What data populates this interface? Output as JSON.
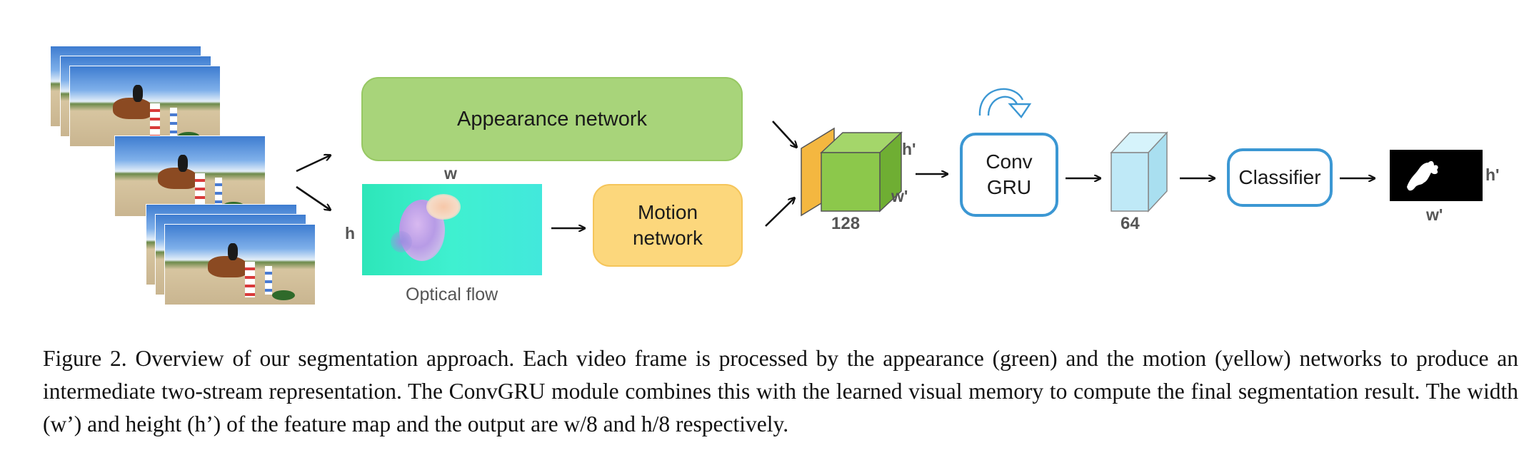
{
  "diagram": {
    "appearance_label": "Appearance network",
    "motion_label": "Motion\nnetwork",
    "optical_flow_label": "Optical flow",
    "flow_w": "w",
    "flow_h": "h",
    "feature_depth": "128",
    "feature_h": "h'",
    "feature_w": "w'",
    "convgru_label": "Conv\nGRU",
    "memory_depth": "64",
    "classifier_label": "Classifier",
    "output_h": "h'",
    "output_w": "w'",
    "colors": {
      "appearance": "#a8d47a",
      "motion": "#fcd77c",
      "blue_border": "#3b97d3",
      "feature_green": "#8cc84b",
      "feature_yellow": "#f4b740",
      "memory_blue": "#bfe9f7"
    }
  },
  "caption": {
    "text": "Figure 2. Overview of our segmentation approach.  Each video frame is processed by the appearance (green) and the motion (yellow) networks to produce an intermediate two-stream representation. The ConvGRU module combines this with the learned visual memory to compute the final segmentation result. The width (w’) and height (h’) of the feature map and the output are w/8 and h/8 respectively."
  }
}
